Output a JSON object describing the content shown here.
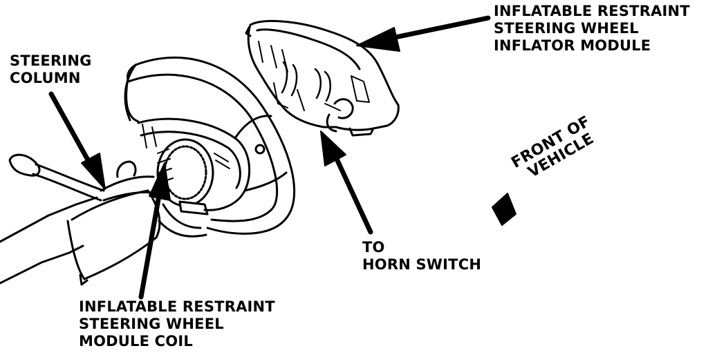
{
  "labels": {
    "module": [
      "INFLATABLE RESTRAINT",
      "STEERING WHEEL",
      "INFLATOR MODULE"
    ],
    "column": [
      "STEERING",
      "COLUMN"
    ],
    "horn": [
      "TO",
      "HORN SWITCH"
    ],
    "coil": [
      "INFLATABLE RESTRAINT",
      "STEERING WHEEL",
      "MODULE COIL"
    ],
    "front": [
      "FRONT OF",
      "VEHICLE"
    ]
  },
  "colors": {
    "ink": "#000000",
    "paper": "#ffffff"
  }
}
